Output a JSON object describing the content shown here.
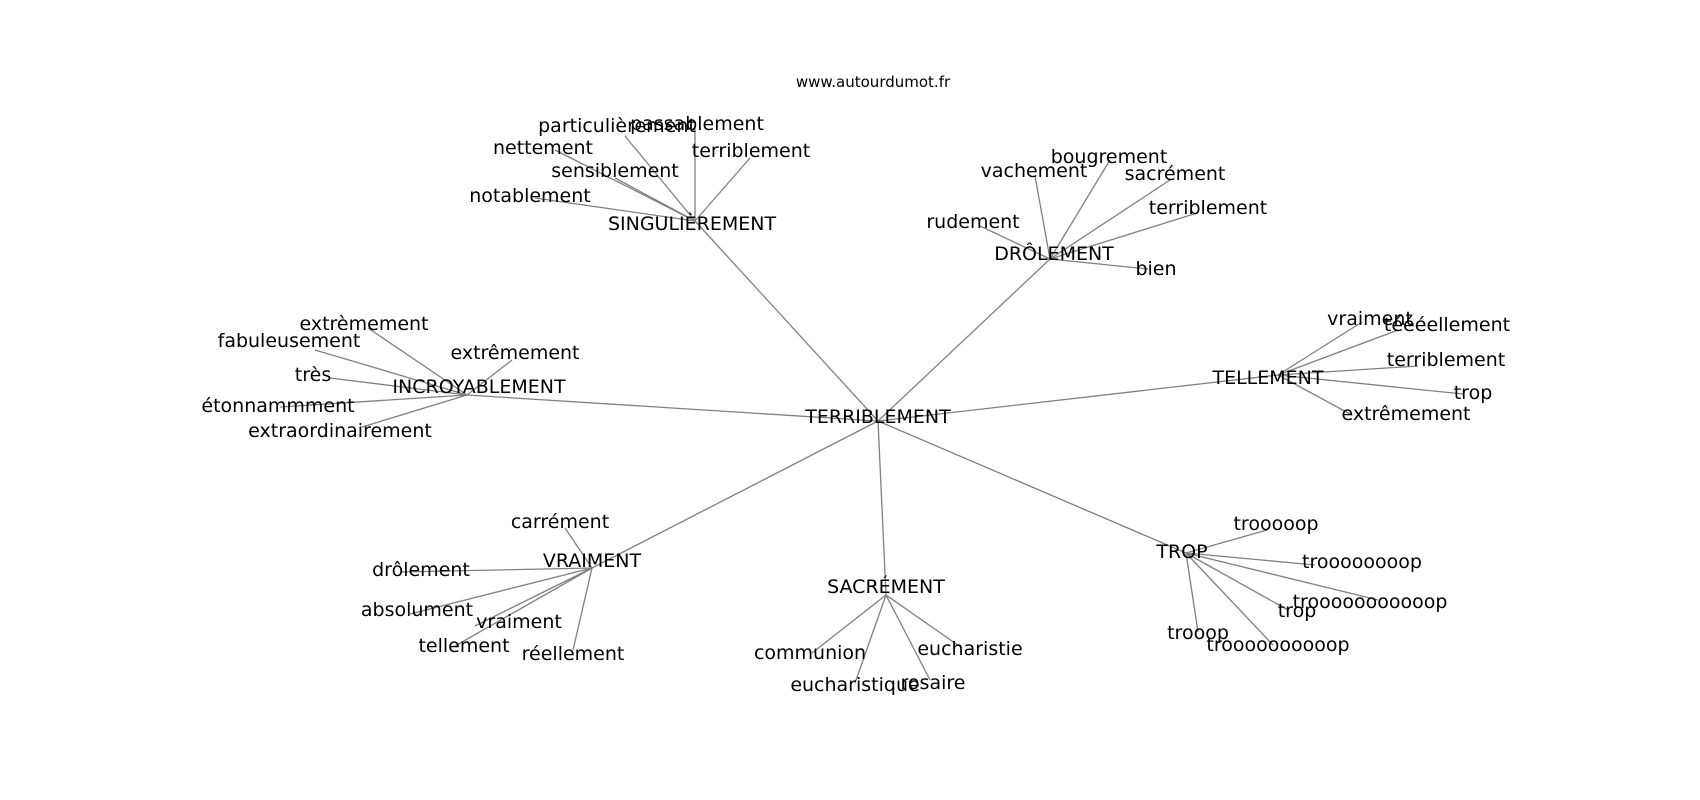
{
  "watermark": "www.autourdumot.fr",
  "center": "TERRIBLEMENT",
  "clusters": [
    {
      "hub": "SINGULIÈREMENT",
      "leaves": [
        "particulièrement",
        "passablement",
        "nettement",
        "terriblement",
        "sensiblement",
        "notablement"
      ]
    },
    {
      "hub": "DRÔLEMENT",
      "leaves": [
        "vachement",
        "bougrement",
        "sacrément",
        "terriblement",
        "rudement",
        "bien"
      ]
    },
    {
      "hub": "INCROYABLEMENT",
      "leaves": [
        "extrèmement",
        "fabuleusement",
        "extrêmement",
        "très",
        "étonnammment",
        "extraordinairement"
      ]
    },
    {
      "hub": "TELLEMENT",
      "leaves": [
        "vraiment",
        "téééellement",
        "terriblement",
        "trop",
        "extrêmement"
      ]
    },
    {
      "hub": "VRAIMENT",
      "leaves": [
        "carrément",
        "drôlement",
        "absolument",
        "vraiment",
        "tellement",
        "réellement"
      ]
    },
    {
      "hub": "SACRÉMENT",
      "leaves": [
        "communion",
        "eucharistie",
        "eucharistique",
        "rosaire"
      ]
    },
    {
      "hub": "TROP",
      "leaves": [
        "trooooop",
        "troooooooop",
        "trooooooooooop",
        "trop",
        "trooop",
        "troooooooooop"
      ]
    }
  ]
}
